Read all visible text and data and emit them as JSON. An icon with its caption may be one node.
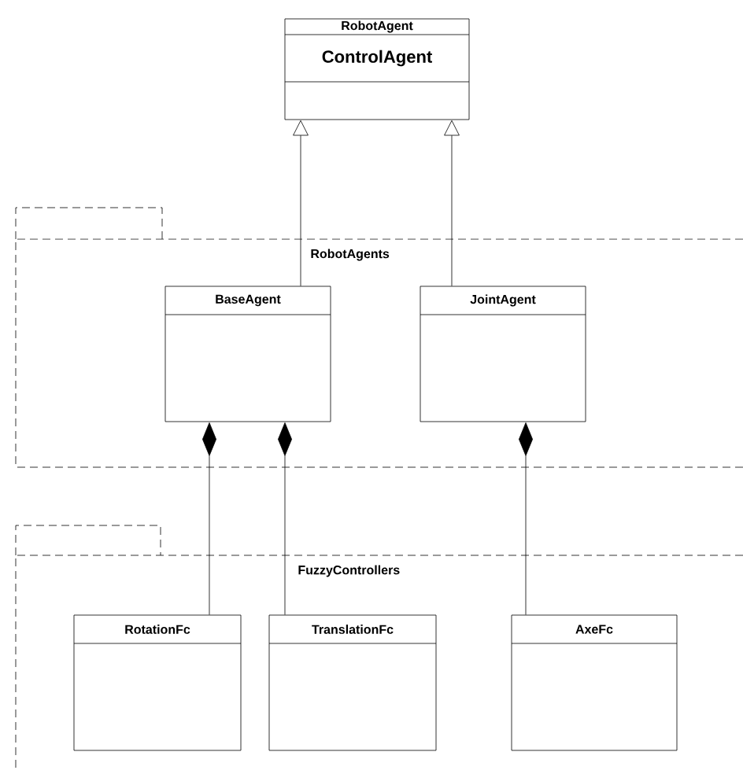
{
  "diagram": {
    "nodes": [
      {
        "text": [
          "RobotAgent",
          "ControlAgent"
        ]
      },
      {
        "text": [
          "RobotAgents"
        ]
      },
      {
        "text": [
          "BaseAgent"
        ],
        "in": 1
      },
      {
        "text": [
          "JointAgent"
        ],
        "in": 1
      },
      {
        "text": [
          "FuzzyControllers"
        ]
      },
      {
        "text": [
          "RotationFc"
        ],
        "in": 4
      },
      {
        "text": [
          "TranslationFc"
        ],
        "in": 4
      },
      {
        "text": [
          "AxeFc"
        ],
        "in": 4
      }
    ],
    "edges": [
      {
        "from": 2,
        "to": 0,
        "arrow": "to"
      },
      {
        "from": 3,
        "to": 0,
        "arrow": "to"
      },
      {
        "from": 2,
        "to": 5,
        "arrow": "other"
      },
      {
        "from": 2,
        "to": 6,
        "arrow": "other"
      },
      {
        "from": 3,
        "to": 7,
        "arrow": "other"
      }
    ]
  }
}
